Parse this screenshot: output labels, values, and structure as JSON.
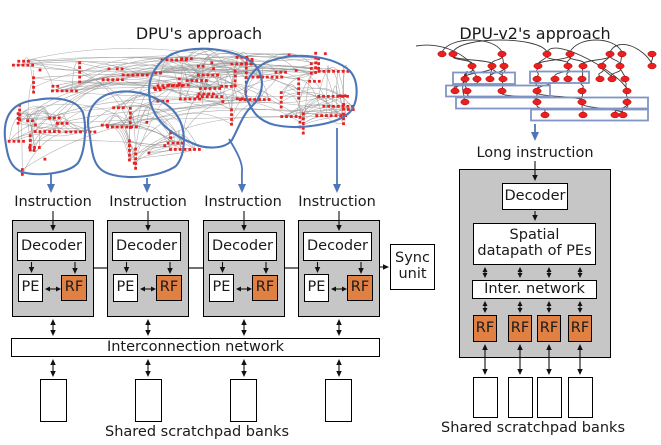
{
  "header": {
    "left_title": "DPU's approach",
    "right_title": "DPU-v2's approach"
  },
  "left_diagram": {
    "instruction_labels": [
      "Instruction",
      "Instruction",
      "Instruction",
      "Instruction"
    ],
    "tiles": [
      {
        "decoder": "Decoder",
        "pe": "PE",
        "rf": "RF"
      },
      {
        "decoder": "Decoder",
        "pe": "PE",
        "rf": "RF"
      },
      {
        "decoder": "Decoder",
        "pe": "PE",
        "rf": "RF"
      },
      {
        "decoder": "Decoder",
        "pe": "PE",
        "rf": "RF"
      }
    ],
    "sync_unit": {
      "line1": "Sync",
      "line2": "unit"
    },
    "network_label": "Interconnection network",
    "banks_caption": "Shared scratchpad banks"
  },
  "right_diagram": {
    "long_instruction_label": "Long instruction",
    "decoder": "Decoder",
    "spatial_datapath": {
      "line1": "Spatial",
      "line2": "datapath of PEs"
    },
    "inter_network_label": "Inter. network",
    "rf_labels": [
      "RF",
      "RF",
      "RF",
      "RF"
    ],
    "banks_caption": "Shared scratchpad banks"
  },
  "colors": {
    "node_red": "#e82020",
    "node_red_edge": "#c00000",
    "cluster_blue": "#4d76b8",
    "row_rect_blue": "#8095c5",
    "tile_gray": "#c6c6c6",
    "rf_orange": "#e08143",
    "edge_gray": "#979797",
    "edge_dark": "#3a3a3a",
    "arrow_black": "#111111"
  }
}
